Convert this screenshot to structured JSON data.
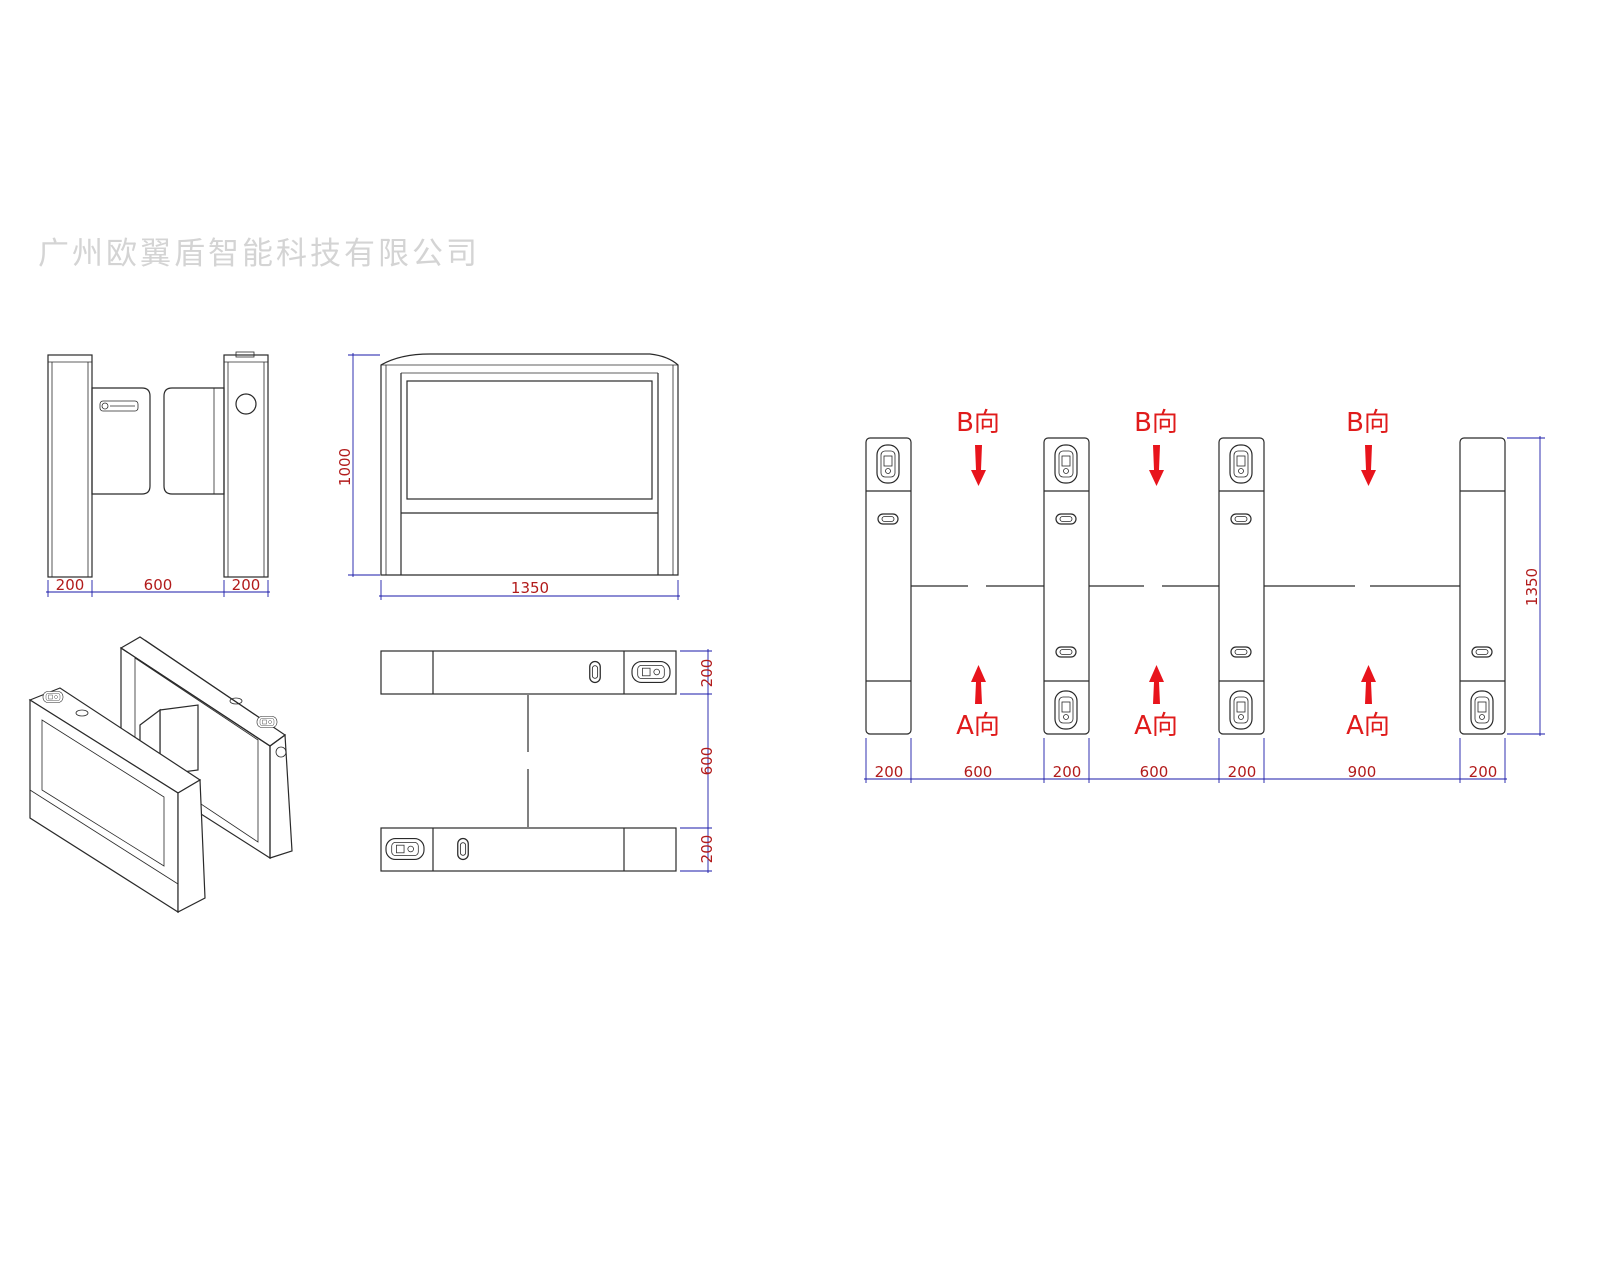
{
  "company_name": "广州欧翼盾智能科技有限公司",
  "colors": {
    "line": "#2a2a2a",
    "dimension_line": "#1a1aa8",
    "dimension_text": "#b21b1b",
    "arrow": "#e8141c",
    "watermark": "#d4d4d4"
  },
  "front_view": {
    "dims": [
      "200",
      "600",
      "200"
    ]
  },
  "side_view": {
    "height": "1000",
    "width": "1350"
  },
  "top_view": {
    "dims": [
      "200",
      "600",
      "200"
    ]
  },
  "plan_view": {
    "direction_b": "B向",
    "direction_a": "A向",
    "dims": [
      "200",
      "600",
      "200",
      "600",
      "200",
      "900",
      "200"
    ],
    "height": "1350"
  }
}
